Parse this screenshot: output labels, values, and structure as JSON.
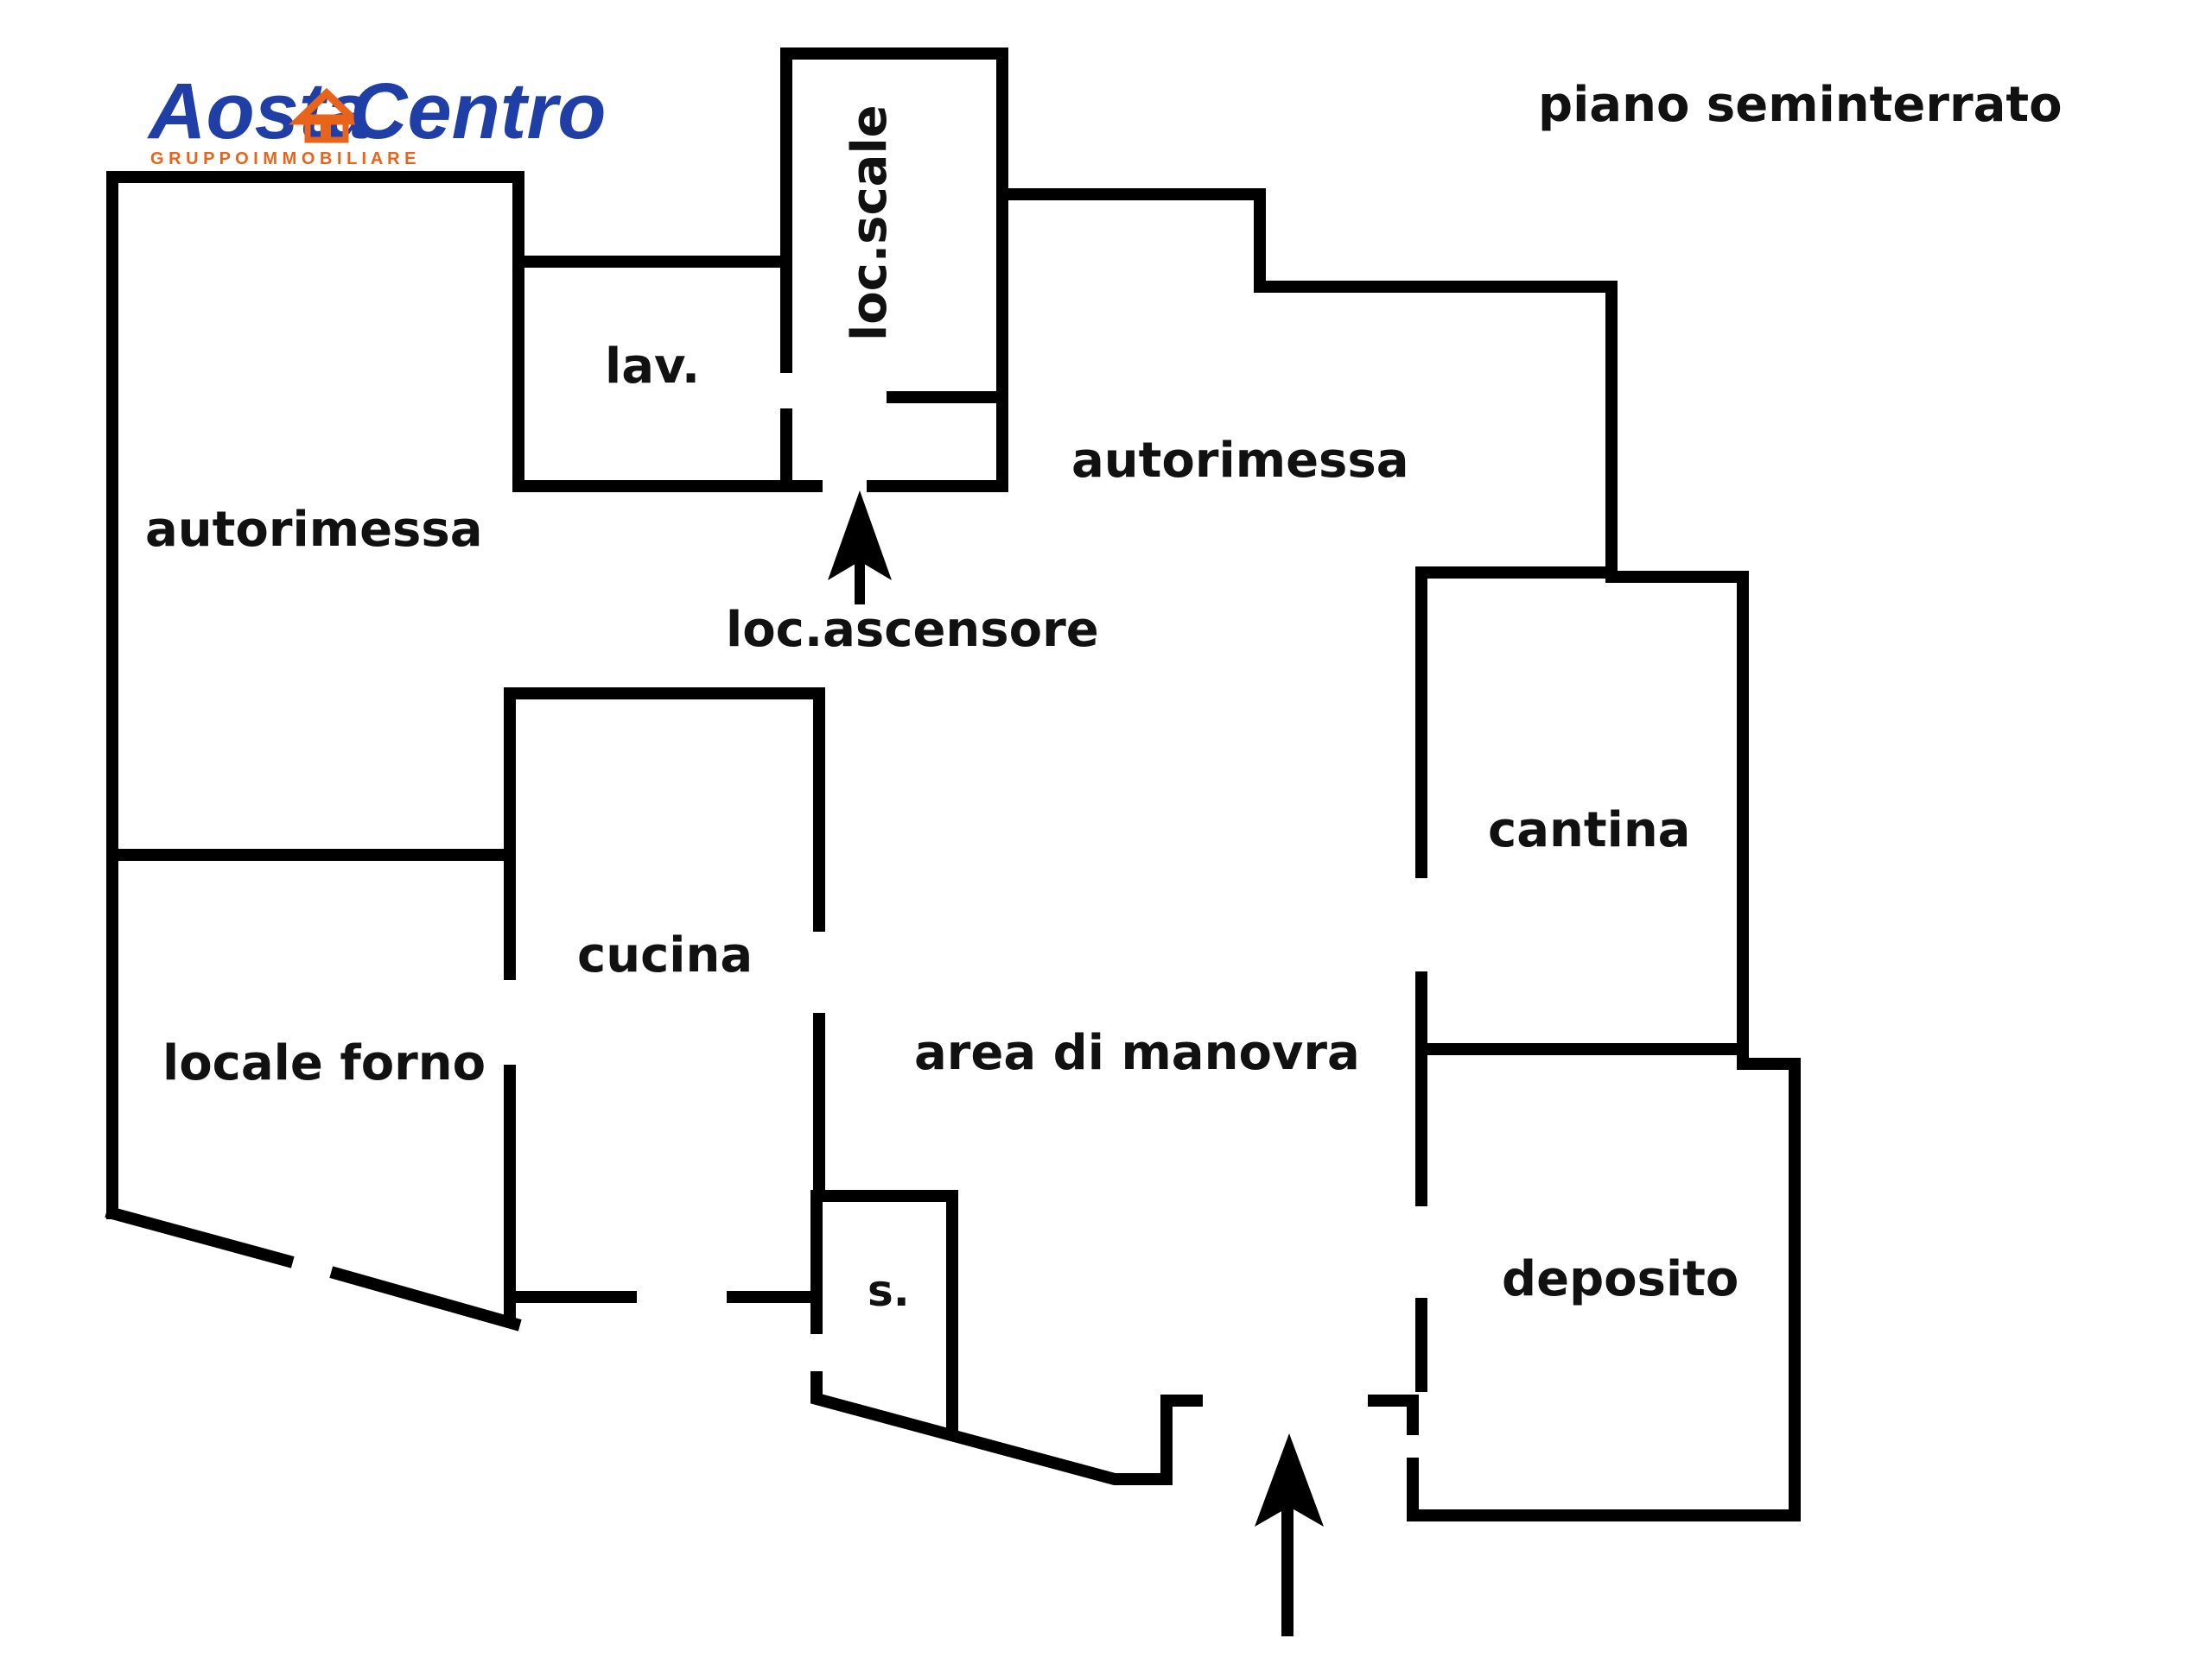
{
  "logo": {
    "name_left": "Aosta",
    "name_right": "Centro",
    "tagline": "G R U P P O   I M M O B I L I A R E",
    "primary_color": "#1f3fa6",
    "accent_color": "#e8641a",
    "icon": "house-icon"
  },
  "floor_title": "piano seminterrato",
  "rooms": {
    "autorimessa_left": "autorimessa",
    "lavanderia": "lav.",
    "scale": "loc.scale",
    "autorimessa_right": "autorimessa",
    "ascensore": "loc.ascensore",
    "cantina": "cantina",
    "cucina": "cucina",
    "locale_forno": "locale forno",
    "area_manovra": "area di manovra",
    "servizio": "s.",
    "deposito": "deposito"
  },
  "entrance_icon": "arrow-up-icon",
  "elevator_icon": "arrow-up-icon",
  "wall_color": "#000000"
}
